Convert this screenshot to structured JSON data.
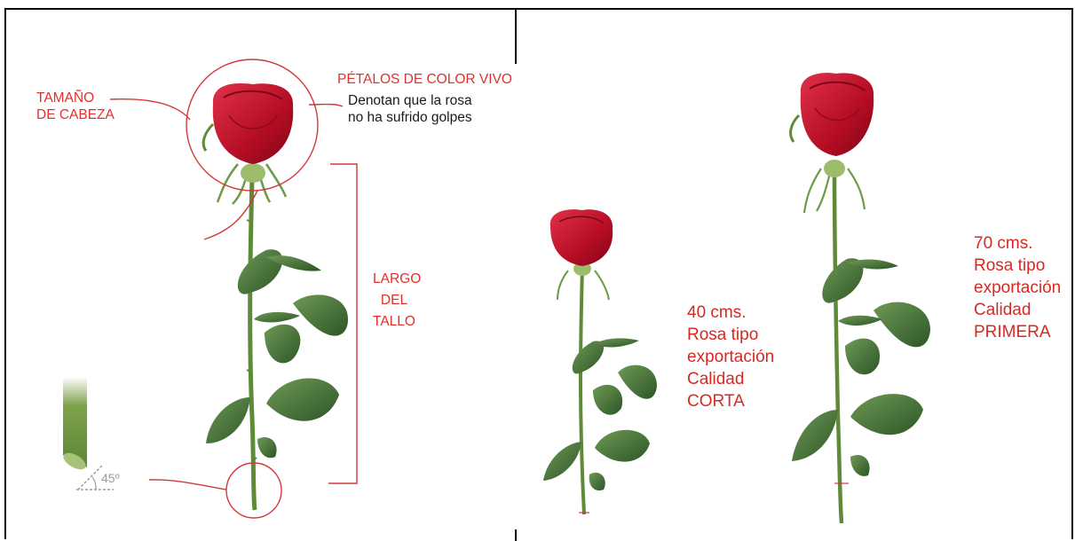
{
  "diagram": {
    "head_size_label": [
      "TAMAÑO",
      "DE CABEZA"
    ],
    "petals_title": "PÉTALOS DE COLOR VIVO",
    "petals_desc": [
      "Denotan que la rosa",
      "no ha sufrido golpes"
    ],
    "stem_length_label": [
      "LARGO",
      "DEL",
      "TALLO"
    ],
    "cut_angle": "45º"
  },
  "short_rose": {
    "length": "40 cms.",
    "type": "Rosa tipo",
    "type2": "exportación",
    "quality_label": "Calidad",
    "quality": "CORTA"
  },
  "long_rose": {
    "length": "70 cms.",
    "type": "Rosa tipo",
    "type2": "exportación",
    "quality_label": "Calidad",
    "quality": "PRIMERA"
  },
  "colors": {
    "annotation_red": "#e0312e",
    "rose_red": "#c8102e",
    "leaf_green": "#3d6b35",
    "stem_green": "#5f8a3a"
  }
}
